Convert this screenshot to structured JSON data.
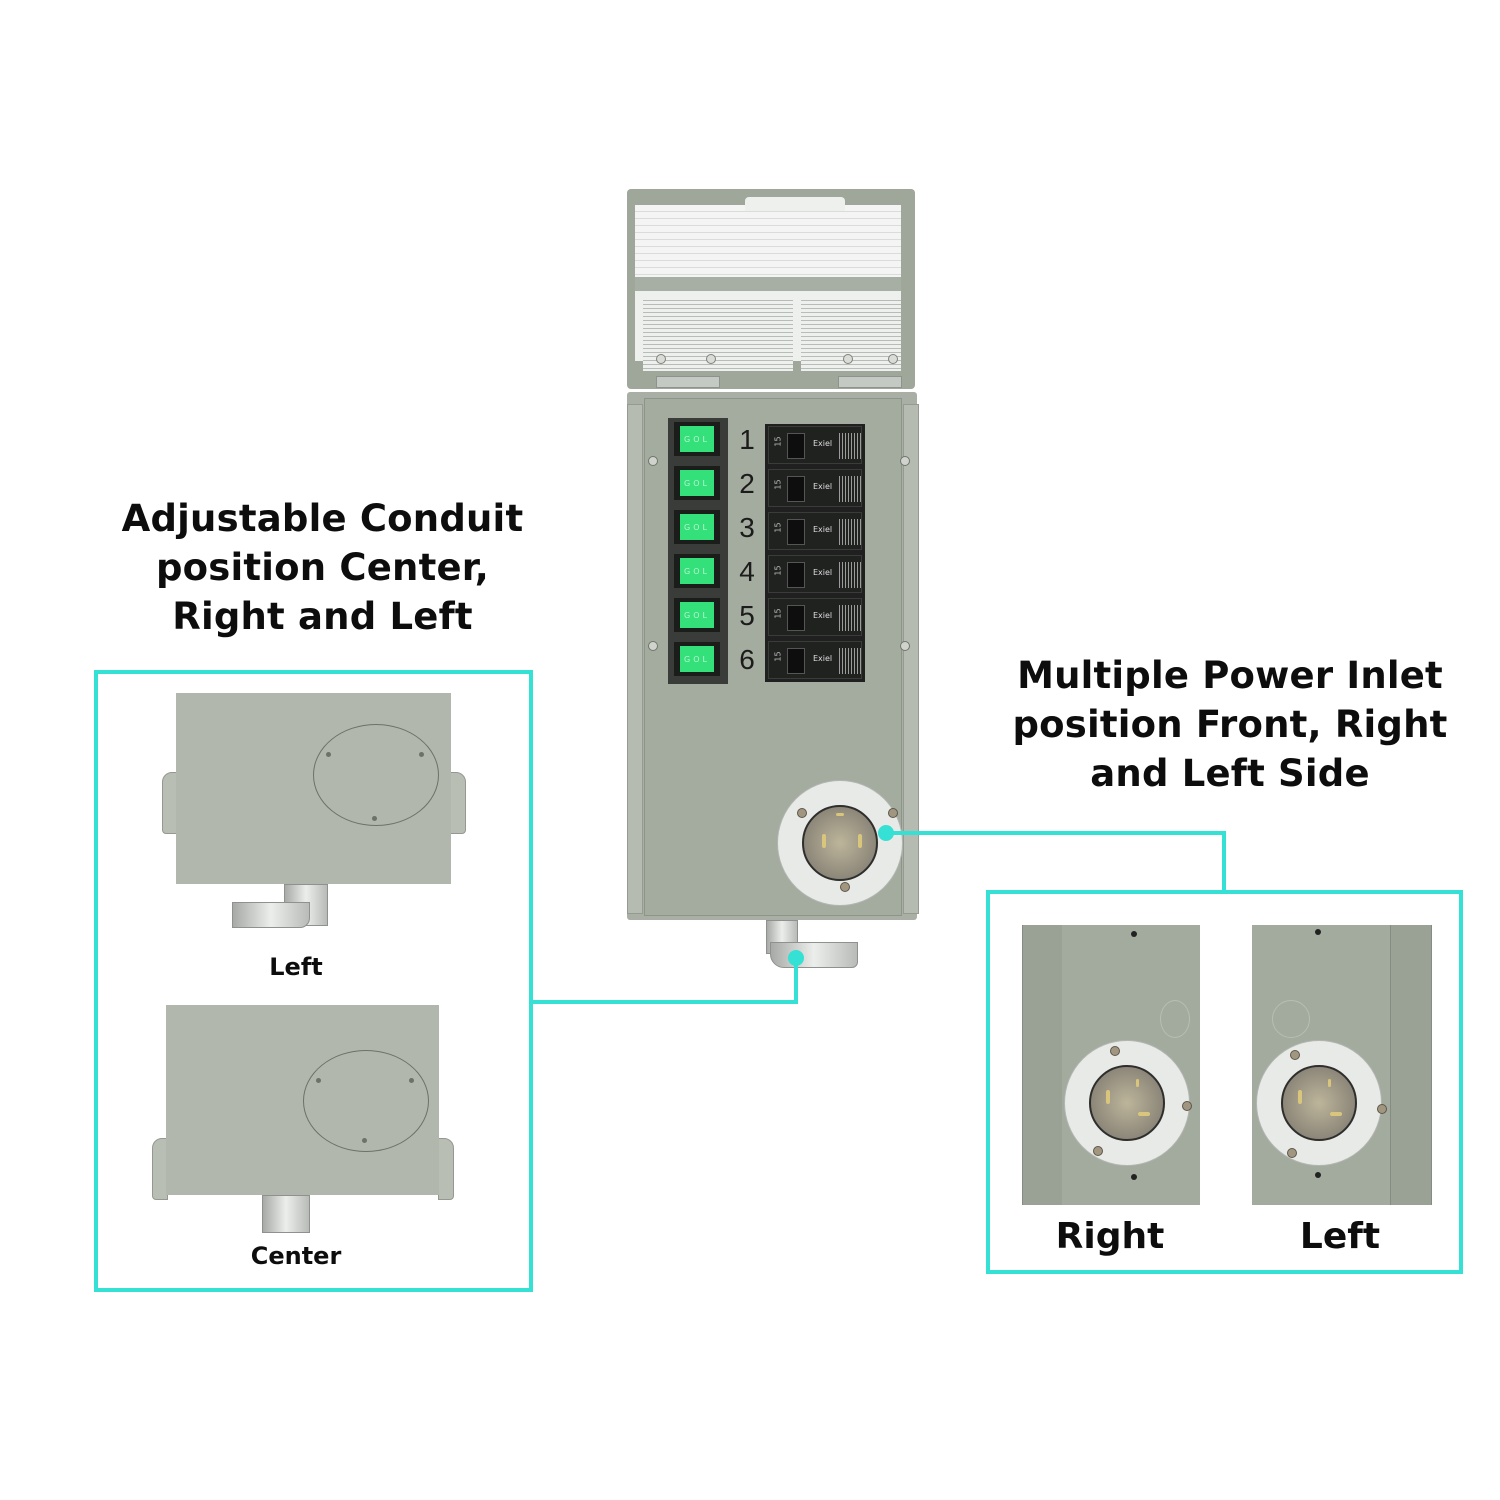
{
  "headings": {
    "conduit": [
      "Adjustable Conduit",
      "position Center,",
      "Right and Left"
    ],
    "inlet": [
      "Multiple Power Inlet",
      "position Front, Right",
      "and Left Side"
    ]
  },
  "conduit_box": {
    "views": [
      {
        "label": "Left"
      },
      {
        "label": "Center"
      }
    ]
  },
  "inlet_box": {
    "views": [
      {
        "label": "Right"
      },
      {
        "label": "Left"
      }
    ]
  },
  "panel": {
    "circuits": [
      {
        "number": "1",
        "switch_text": "GOL",
        "breaker_rating": "15"
      },
      {
        "number": "2",
        "switch_text": "GOL",
        "breaker_rating": "15"
      },
      {
        "number": "3",
        "switch_text": "GOL",
        "breaker_rating": "15"
      },
      {
        "number": "4",
        "switch_text": "GOL",
        "breaker_rating": "15"
      },
      {
        "number": "5",
        "switch_text": "GOL",
        "breaker_rating": "15"
      },
      {
        "number": "6",
        "switch_text": "GOL",
        "breaker_rating": "15"
      }
    ],
    "breaker_logo": "Exiel"
  },
  "colors": {
    "accent": "#35e0d4",
    "panel_gray": "#a4ab9f",
    "switch_green": "#33e07a",
    "text": "#0d0d0d"
  }
}
